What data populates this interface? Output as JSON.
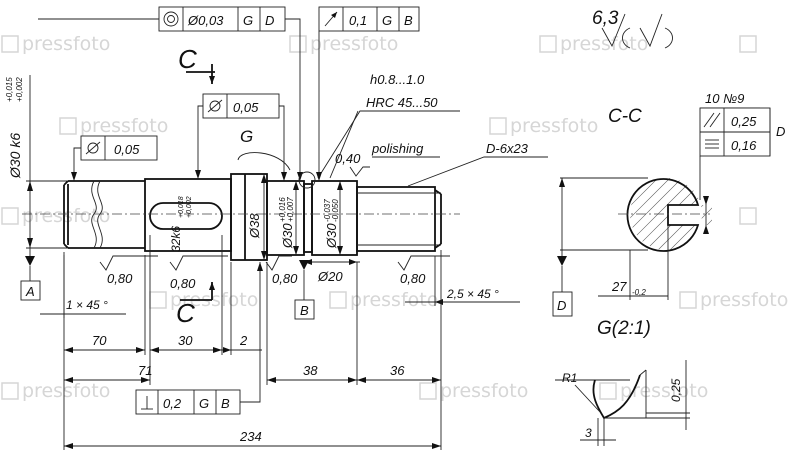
{
  "watermark": "pressfoto",
  "section_labels": {
    "cut": "C",
    "section": "C-C",
    "detail": "G",
    "detail_scale": "G(2:1)"
  },
  "roughness": {
    "general": "6,3",
    "ra_080": "0,80",
    "ra_040": "0,40"
  },
  "datums": {
    "a": "A",
    "b": "B",
    "d": "D"
  },
  "notes": {
    "hardness_depth": "h0.8...1.0",
    "hardness": "HRC 45...50",
    "polishing": "polishing",
    "spline": "D-6x23"
  },
  "frames": {
    "runout_top": {
      "value": "Ø0,03",
      "d1": "G",
      "d2": "D"
    },
    "runout_arrow": {
      "value": "0,1",
      "d1": "G",
      "d2": "B"
    },
    "cyl_mid": {
      "value": "0,05"
    },
    "cyl_left": {
      "value": "0,05"
    },
    "perp": {
      "value": "0,2",
      "d1": "G",
      "d2": "B"
    },
    "key_tol": {
      "spec": "10 №9",
      "par": "0,25",
      "sym": "0,16",
      "datum": "D"
    }
  },
  "diameters": {
    "d30k6": "Ø30 k6",
    "d30k6_upper": "+0,015",
    "d30k6_lower": "+0,002",
    "d32k6": "32k6",
    "d32k6_upper": "+0,018",
    "d32k6_lower": "+0,002",
    "d38": "Ø38",
    "d30a": "Ø30",
    "d30a_upper": "+0,016",
    "d30a_lower": "+0,007",
    "d30b": "Ø30",
    "d30b_upper": "-0,037",
    "d30b_lower": "-0,050",
    "d20": "Ø20"
  },
  "chamfers": {
    "left": "1 × 45 °",
    "right": "2,5 × 45 °"
  },
  "lengths": {
    "l70": "70",
    "l30": "30",
    "l2": "2",
    "l71": "71",
    "l38": "38",
    "l36": "36",
    "l234": "234"
  },
  "section_dims": {
    "key_depth": "27",
    "key_depth_tol": "-0,2"
  },
  "detail_dims": {
    "radius": "R1",
    "width": "3",
    "depth": "0,25"
  }
}
